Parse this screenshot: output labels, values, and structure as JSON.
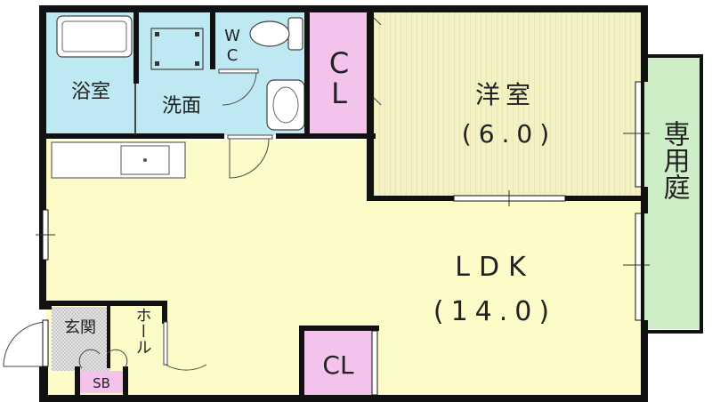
{
  "rooms": {
    "bath": "浴室",
    "washroom": "洗面",
    "wc": "WC",
    "closet_top": "CL",
    "western_room": "洋室",
    "western_room_size": "(6.0)",
    "ldk": "LDK",
    "ldk_size": "(14.0)",
    "closet_bottom": "CL",
    "entrance": "玄関",
    "hall": "ホール",
    "shoe_box": "SB",
    "private_garden": "専用庭"
  },
  "colors": {
    "wall": "#111111",
    "ldk_floor": "#fdfbc8",
    "western_floor": "#f1f0c0",
    "wet_area": "#bfe9f2",
    "closet": "#f4c3ec",
    "garden": "#cdeec6",
    "entrance_floor": "#d9d9d9"
  }
}
